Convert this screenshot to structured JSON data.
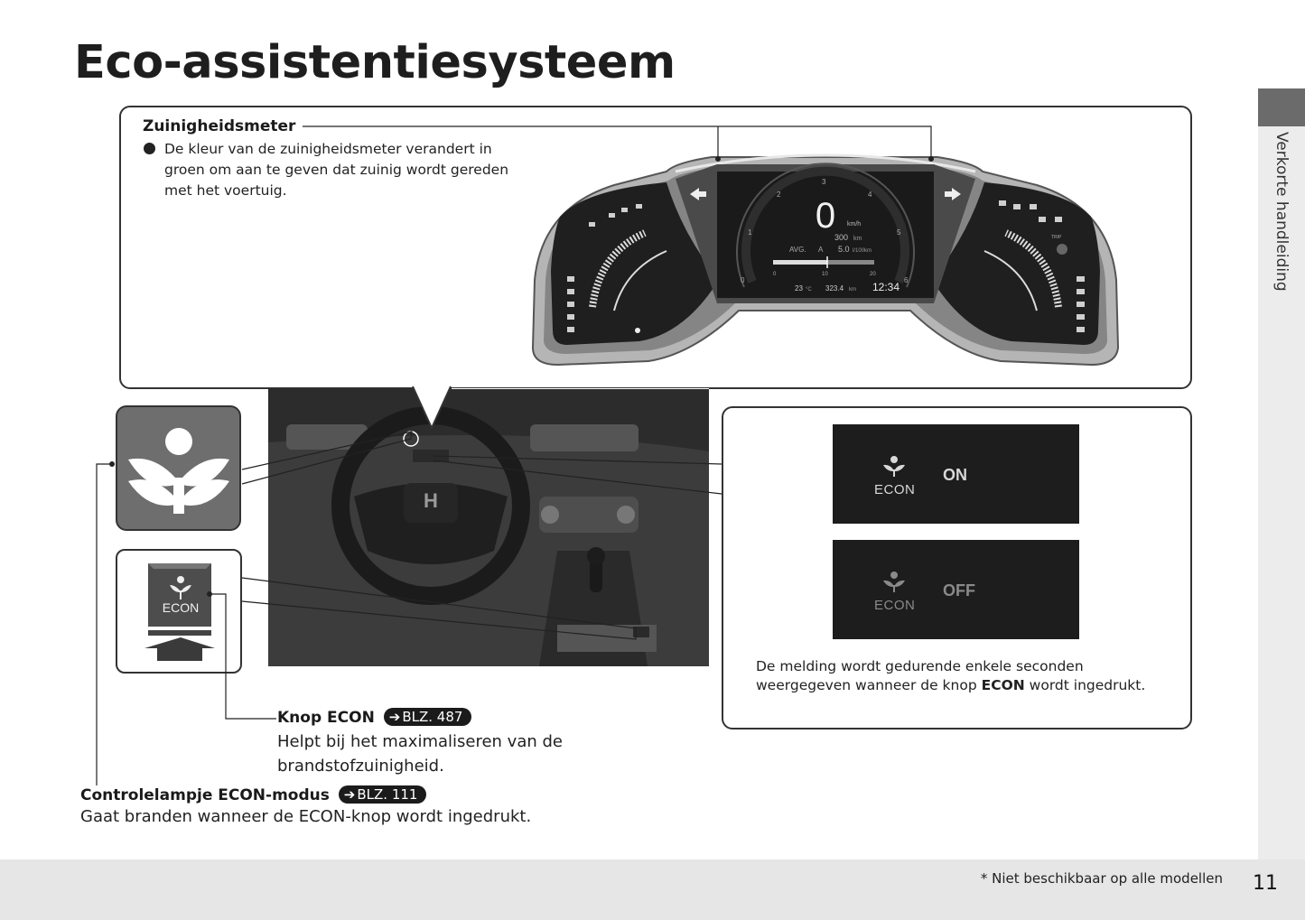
{
  "title": "Eco-assistentiesysteem",
  "side_tab": {
    "label": "Verkorte handleiding"
  },
  "meter_section": {
    "heading": "Zuinigheidsmeter",
    "bullet": "De kleur van de zuinigheidsmeter verandert in groen om aan te geven dat zuinig wordt gereden met het voertuig."
  },
  "cluster": {
    "speed": "0",
    "speed_unit": "km/h",
    "range": "300",
    "range_unit": "km",
    "avg_label": "AVG.",
    "avg_trip": "A",
    "avg_value": "5.0",
    "avg_unit": "l/100km",
    "temp": "23",
    "temp_unit": "°C",
    "odometer": "323.4",
    "odometer_unit": "km",
    "clock": "12:34",
    "scale_ticks": [
      "0",
      "10",
      "20"
    ],
    "dial_numbers": [
      "0",
      "1",
      "2",
      "3",
      "4",
      "5",
      "6"
    ],
    "trip_label": "TRIP",
    "colors": {
      "bezel": "#9a9a9a",
      "screen": "#1c1c1c",
      "accent": "#e0e0e0"
    }
  },
  "displays": [
    {
      "econ": "ECON",
      "state": "ON"
    },
    {
      "econ": "ECON",
      "state": "OFF"
    }
  ],
  "display_note": {
    "before": "De melding wordt gedurende enkele seconden weergegeven wanneer de knop ",
    "bold": "ECON",
    "after": " wordt ingedrukt."
  },
  "button_icon": {
    "label": "ECON"
  },
  "econ_button": {
    "title": "Knop ECON",
    "ref": "BLZ. 487",
    "desc": "Helpt bij het maximaliseren van de brandstofzuinigheid."
  },
  "econ_mode": {
    "title": "Controlelampje ECON-modus",
    "ref": "BLZ. 111",
    "desc": "Gaat branden wanneer de ECON-knop wordt ingedrukt."
  },
  "footer": {
    "note": "* Niet beschikbaar op alle modellen",
    "page": "11"
  }
}
